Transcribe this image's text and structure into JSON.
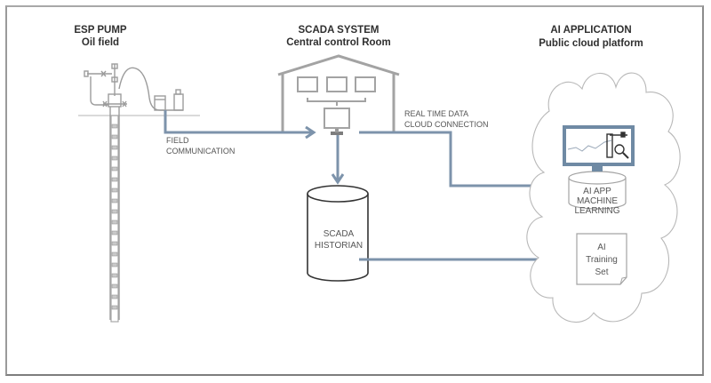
{
  "sections": {
    "esp_pump": {
      "title": "ESP PUMP",
      "subtitle": "Oil field"
    },
    "scada": {
      "title": "SCADA SYSTEM",
      "subtitle": "Central control Room"
    },
    "ai_app": {
      "title": "AI APPLICATION",
      "subtitle": "Public cloud platform"
    }
  },
  "connections": {
    "field_communication": {
      "line1": "FIELD",
      "line2": "COMMUNICATION"
    },
    "cloud_connection": {
      "line1": "REAL TIME DATA",
      "line2": "CLOUD CONNECTION"
    }
  },
  "nodes": {
    "historian": {
      "line1": "SCADA",
      "line2": "HISTORIAN"
    },
    "ai_machine_learning": {
      "line1": "AI APP",
      "line2": "MACHINE",
      "line3": "LEARNING"
    },
    "training_set": {
      "line1": "AI",
      "line2": "Training",
      "line3": "Set"
    }
  },
  "colors": {
    "connector": "#7d93ab",
    "outline": "#a3a3a3",
    "monitor": "#6f8aa4"
  }
}
